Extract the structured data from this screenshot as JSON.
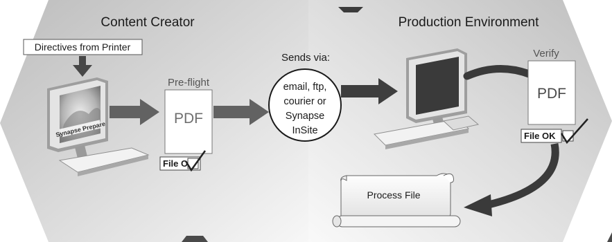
{
  "left_section": {
    "title": "Content Creator"
  },
  "right_section": {
    "title": "Production Environment"
  },
  "directives_label": "Directives from Printer",
  "monitor_screen_text": "Synapse Prepare",
  "preflight": {
    "label": "Pre-flight",
    "doc_text": "PDF",
    "badge_text": "File OK"
  },
  "sends_via": {
    "label": "Sends via:",
    "lines": [
      "email, ftp,",
      "courier or",
      "Synapse",
      "InSite"
    ]
  },
  "verify": {
    "label": "Verify",
    "doc_text": "PDF",
    "badge_text": "File OK"
  },
  "process_file": {
    "label": "Process File"
  },
  "colors": {
    "panel_dark": "#c9c9c9",
    "panel_light": "#f6f6f6",
    "arrow": "#474747",
    "text": "#1a1a1a",
    "document_text": "#6e6e6e",
    "screen_dark": "#3a3a3a"
  },
  "icons": {
    "checkmark": "checkmark-icon",
    "computer": "computer-icon"
  }
}
